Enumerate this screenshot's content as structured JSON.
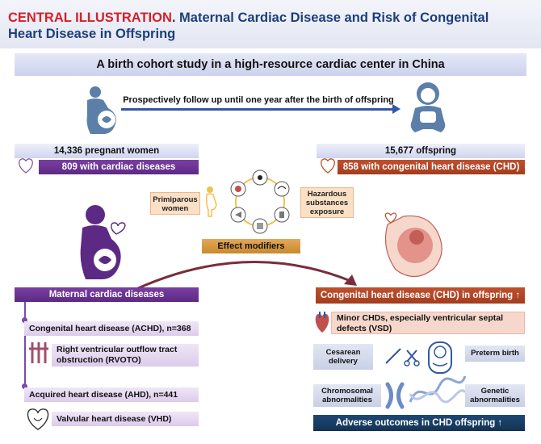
{
  "header": {
    "label": "CENTRAL ILLUSTRATION",
    "title_line1": ". Maternal Cardiac Disease and Risk of Congenital",
    "title_line2": "Heart Disease in Offspring"
  },
  "subtitle": "A birth cohort study in a high-resource cardiac center in China",
  "follow_up": "Prospectively follow up until one year after the birth of offspring",
  "mothers": {
    "total": "14,336 pregnant women",
    "cardiac": "809 with cardiac diseases"
  },
  "offspring": {
    "total": "15,677 offspring",
    "chd": "858 with congenital heart disease (CHD)"
  },
  "modifiers": {
    "primiparous": "Primiparous women",
    "hazardous": "Hazardous substances exposure",
    "effect": "Effect modifiers"
  },
  "maternal": {
    "header": "Maternal cardiac diseases",
    "achd": "Congenital heart disease (ACHD), n=368",
    "rvoto": "Right ventricular outflow tract obstruction (RVOTO)",
    "ahd": "Acquired heart disease (AHD), n=441",
    "vhd": "Valvular heart disease (VHD)"
  },
  "chd_offspring": {
    "header": "Congenital heart disease (CHD) in offspring ↑",
    "minor": "Minor CHDs, especially ventricular septal defects (VSD)",
    "cesarean": "Cesarean delivery",
    "preterm": "Preterm birth",
    "chromosomal": "Chromosomal abnormalities",
    "genetic": "Genetic abnormalities",
    "adverse": "Adverse outcomes in CHD offspring ↑"
  },
  "colors": {
    "title_red": "#d4202a",
    "title_blue": "#1d3f7a",
    "purple": "#5c2a85",
    "orange": "#c26a2a",
    "rust": "#a23d1f",
    "navy": "#133355",
    "arrow_blue": "#3357a3"
  },
  "icons": [
    "pregnant-woman-icon",
    "baby-icon",
    "heart-icon",
    "radiation-icon",
    "signal-icon",
    "lab-bottle-icon",
    "scissors-icon",
    "dna-icon",
    "chromosome-icon"
  ]
}
